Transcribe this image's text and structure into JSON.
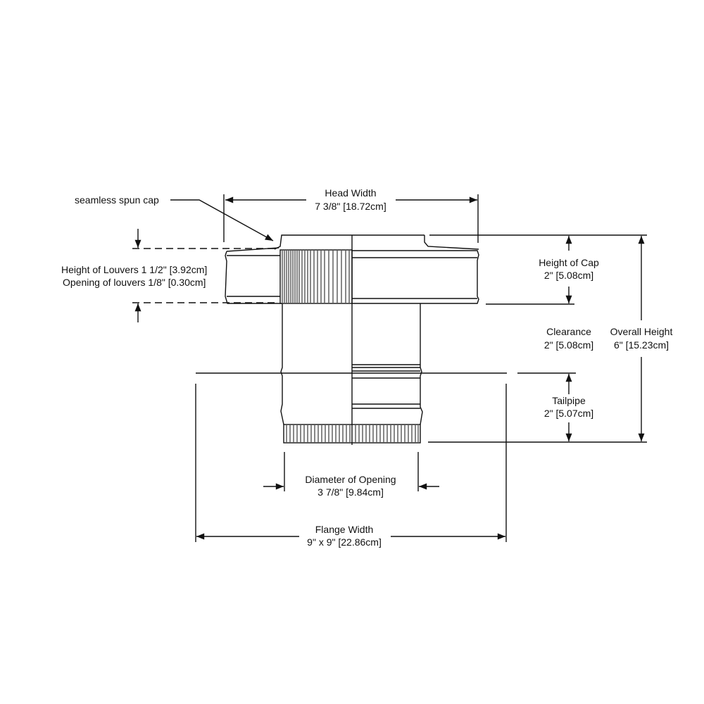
{
  "diagram": {
    "subject": "Roof vent with seamless spun cap and louvered head",
    "callouts": {
      "spun_cap": "seamless spun cap"
    },
    "dimensions": {
      "head_width": {
        "label": "Head Width",
        "value": "7 3/8\" [18.72cm]"
      },
      "louvers": {
        "height_line": "Height of Louvers 1 1/2\" [3.92cm]",
        "opening_line": "Opening of louvers 1/8\" [0.30cm]"
      },
      "height_of_cap": {
        "label": "Height of Cap",
        "value": "2\" [5.08cm]"
      },
      "clearance": {
        "label": "Clearance",
        "value": "2\" [5.08cm]"
      },
      "overall_height": {
        "label": "Overall Height",
        "value": "6\" [15.23cm]"
      },
      "tailpipe": {
        "label": "Tailpipe",
        "value": "2\" [5.07cm]"
      },
      "diameter_of_opening": {
        "label": "Diameter of Opening",
        "value": "3 7/8\" [9.84cm]"
      },
      "flange_width": {
        "label": "Flange Width",
        "value": "9\" x 9\" [22.86cm]"
      }
    },
    "colors": {
      "line": "#111111",
      "background": "#ffffff"
    }
  }
}
